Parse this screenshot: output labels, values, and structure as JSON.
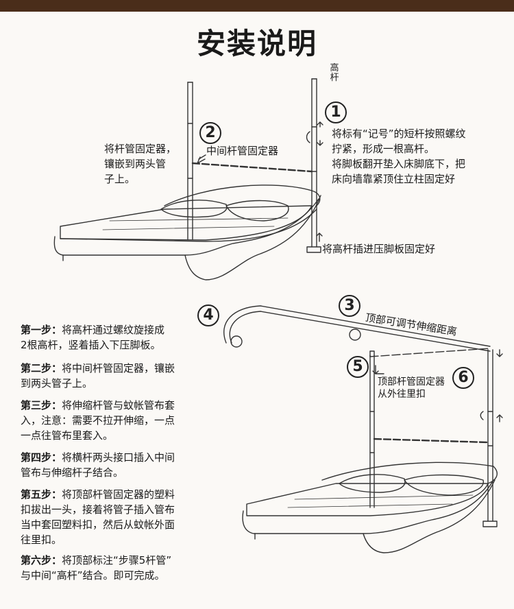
{
  "title": "安装说明",
  "top": {
    "label_tall_pole": "高杆",
    "num1": "1",
    "num2": "2",
    "left_note": [
      "将杆管固定器，",
      "镶嵌到两头管",
      "子上。"
    ],
    "mid_fixer": "中间杆管固定器",
    "right_note": [
      "将标有“记号”的短杆按照螺纹",
      "拧紧，形成一根高杆。",
      "将脚板翻开垫入床脚底下，把",
      "床向墙靠紧顶住立柱固定好"
    ],
    "bottom_note": "将高杆插进压脚板固定好"
  },
  "bottom": {
    "num3": "3",
    "num4": "4",
    "num5": "5",
    "num6": "6",
    "adjust_note": "顶部可调节伸缩距离",
    "top_fixer": [
      "顶部杆管固定器",
      "从外往里扣"
    ]
  },
  "steps": [
    {
      "head": "第一步：",
      "lines": [
        "将高杆通过螺纹旋接成",
        "2根高杆，竖着插入下压脚板。"
      ]
    },
    {
      "head": "第二步：",
      "lines": [
        "将中间杆管固定器，镶嵌",
        "到两头管子上。"
      ]
    },
    {
      "head": "第三步：",
      "lines": [
        "将伸缩杆管与蚊帐管布套",
        "入，注意：需要不拉开伸缩，一点",
        "一点往管布里套入。"
      ]
    },
    {
      "head": "第四步：",
      "lines": [
        "将横杆两头接口插入中间",
        "管布与伸缩杆子结合。"
      ]
    },
    {
      "head": "第五步：",
      "lines": [
        "将顶部杆管固定器的塑料",
        "扣拔出一头，接着将管子插入管布",
        "当中套回塑料扣，然后从蚊帐外面",
        "往里扣。"
      ]
    },
    {
      "head": "第六步：",
      "lines": [
        "将顶部标注“步骤5杆管”",
        "与中间“高杆”结合。即可完成。"
      ]
    }
  ]
}
